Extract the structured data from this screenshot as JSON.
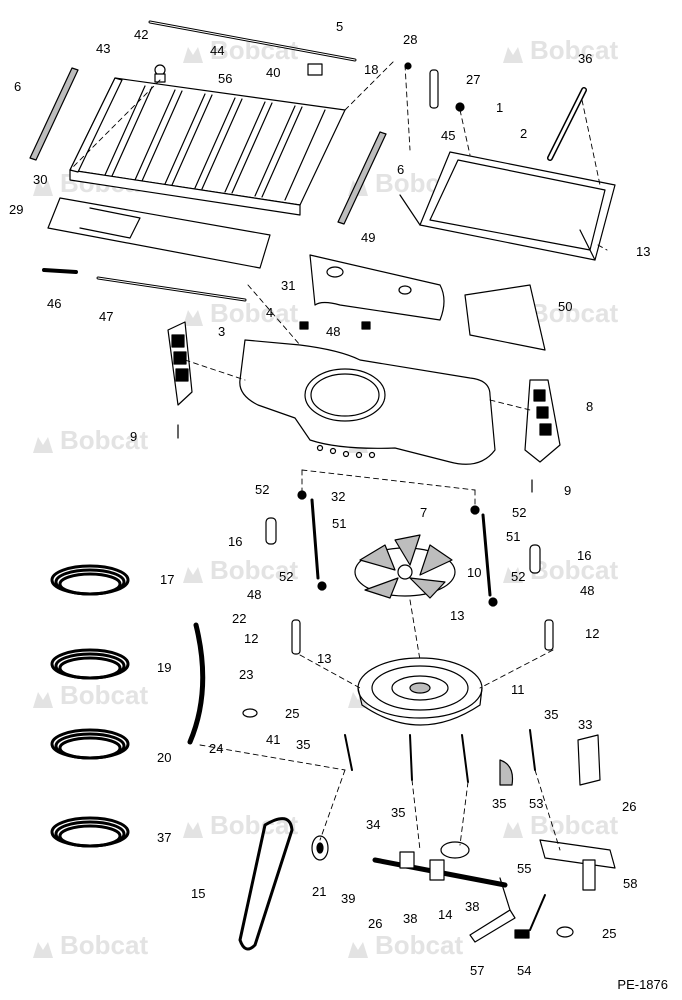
{
  "watermark": "Bobcat",
  "drawing_id": "PE-1876",
  "callouts": [
    "5",
    "42",
    "44",
    "43",
    "56",
    "40",
    "18",
    "28",
    "27",
    "1",
    "36",
    "6",
    "45",
    "2",
    "30",
    "6",
    "29",
    "13",
    "49",
    "31",
    "50",
    "46",
    "47",
    "4",
    "48",
    "3",
    "8",
    "9",
    "9",
    "52",
    "32",
    "7",
    "52",
    "51",
    "16",
    "51",
    "16",
    "17",
    "10",
    "52",
    "52",
    "48",
    "13",
    "22",
    "48",
    "12",
    "12",
    "13",
    "23",
    "19",
    "11",
    "25",
    "41",
    "35",
    "24",
    "35",
    "20",
    "33",
    "53",
    "35",
    "35",
    "26",
    "34",
    "37",
    "21",
    "15",
    "39",
    "26",
    "38",
    "14",
    "38",
    "55",
    "58",
    "25",
    "57",
    "54"
  ],
  "colors": {
    "line": "#000000",
    "watermark": "#e3e3e3",
    "fill": "#ffffff",
    "shade": "#bdbdbd"
  }
}
